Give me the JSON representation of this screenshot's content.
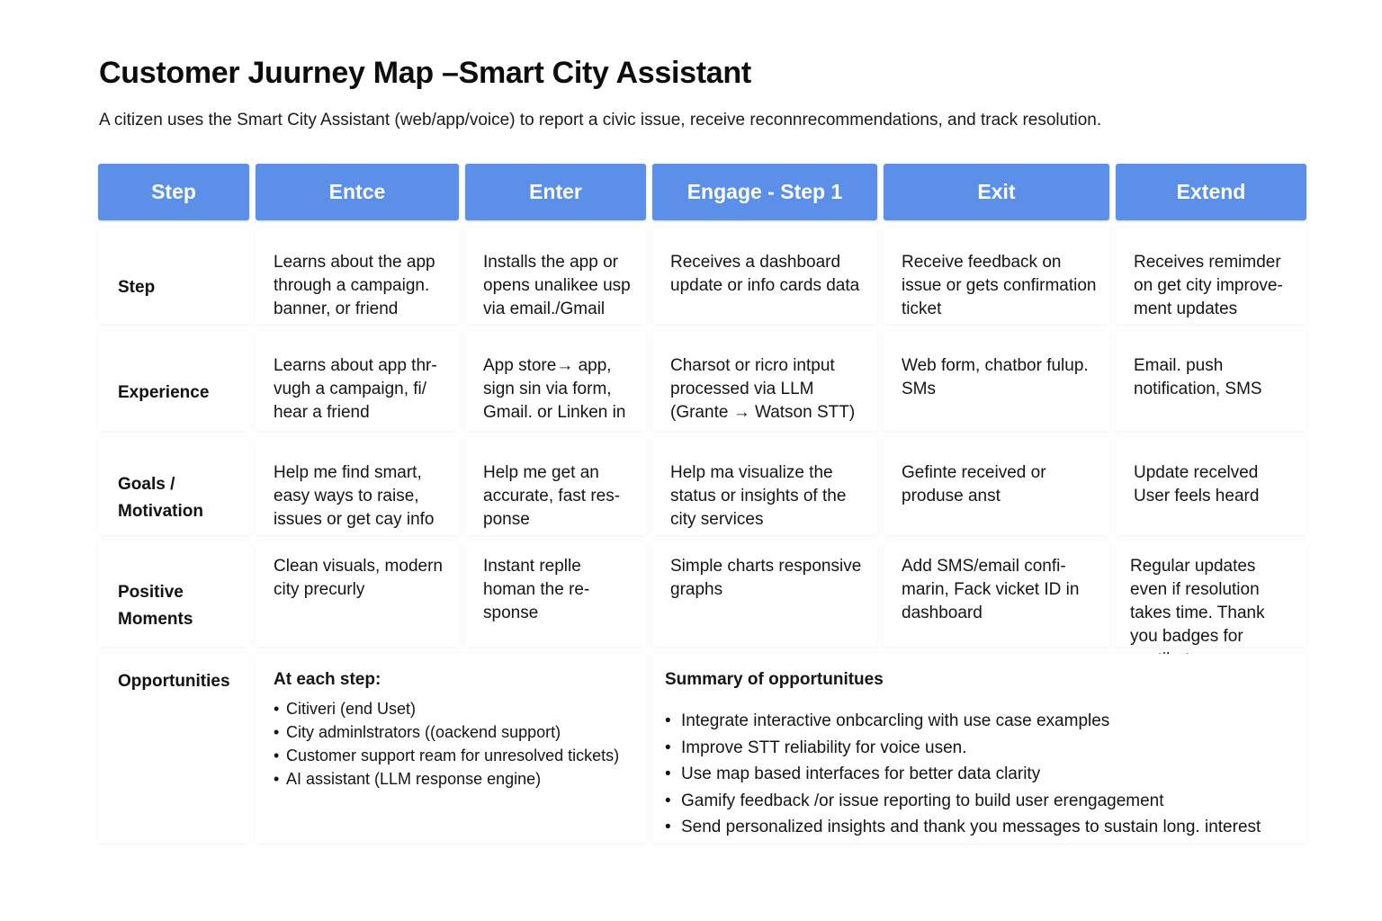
{
  "title": "Customer Juurney Map –Smart City Assistant",
  "subtitle": "A citizen uses the Smart City Assistant (web/app/voice) to report a civic issue, receive reconnrecommendations, and track resolution.",
  "colors": {
    "header_bg": "#5b8fe8",
    "header_text": "#ffffff"
  },
  "headers": [
    "Step",
    "Entce",
    "Enter",
    "Engage - Step 1",
    "Exit",
    "Extend"
  ],
  "rows": [
    {
      "label": "Step",
      "cells": [
        "Learns about the app through a campaign. banner, or friend",
        "Installs the app or opens unalikee usp via email./Gmail",
        "Receives a dashboard update or info cards data",
        "Receive feedback on issue or gets confirmation ticket",
        "Receives remimder on get city improve-ment updates"
      ]
    },
    {
      "label": "Experience",
      "cells": [
        "Learns about app thr-vugh a campaign, fi/ hear a friend",
        "App store→ app, sign sin via form, Gmail. or Linken in",
        "Charsot or ricro intput processed via LLM (Grante → Watson STT)",
        "Web form, chatbor fulup. SMs",
        "Email. push notification, SMS"
      ]
    },
    {
      "label": "Goals / Motivation",
      "cells": [
        "Help me find smart, easy ways to raise, issues or get cay info",
        "Help me get an accurate, fast res-ponse",
        "Help ma visualize the status or insights of the city services",
        "Gefinte received or produse anst",
        "Update recelved User feels heard"
      ]
    },
    {
      "label": "Positive Moments",
      "cells": [
        "Clean visuals, modern city precurly",
        "Instant replle homan the re-sponse",
        "Simple charts responsive graphs",
        "Add SMS/email confi-marin, Fack vicket ID in dashboard",
        "Regular updates even if resolution takes time. Thank you badges for contibutes."
      ]
    }
  ],
  "opportunities": {
    "label": "Opportunities",
    "left_heading": "At each step:",
    "left_items": [
      "Citiveri (end Uset)",
      "City adminlstrators ((oackend support)",
      "Customer support ream for unresolved tickets)",
      "AI assistant (LLM response engine)"
    ],
    "right_heading": "Summary of opportunitues",
    "right_items": [
      "Integrate interactive onbcarcling with use case examples",
      "Improve STT reliability for voice usen.",
      "Use map based interfaces for better data clarity",
      "Gamify feedback /or issue reporting to build user erengagement",
      "Send personalized insights and thank you messages to sustain long. interest"
    ]
  }
}
